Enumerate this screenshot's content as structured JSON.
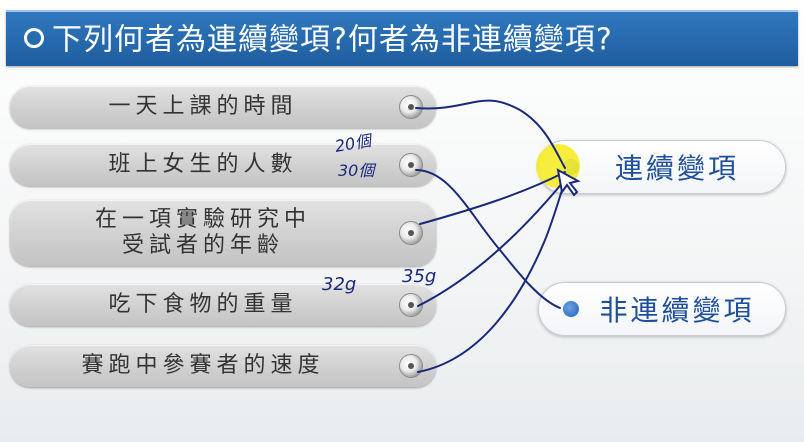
{
  "title": "下列何者為連續變項?何者為非連續變項?",
  "items": [
    {
      "label": "一天上課的時間"
    },
    {
      "label": "班上女生的人數"
    },
    {
      "label": "在一項實驗研究中",
      "label2": "受試者的年齡"
    },
    {
      "label": "吃下食物的重量"
    },
    {
      "label": "賽跑中參賽者的速度"
    }
  ],
  "targets": {
    "continuous": "連續變項",
    "discrete": "非連續變項"
  },
  "annotations": {
    "count_a": "20個",
    "count_b": "30個",
    "weight_a": "32g",
    "weight_b": "35g"
  },
  "colors": {
    "title_bar": "#2a6db4",
    "ink": "#1a2a7a",
    "target_text": "#1f4f9a",
    "highlight": "#f5eb28"
  }
}
